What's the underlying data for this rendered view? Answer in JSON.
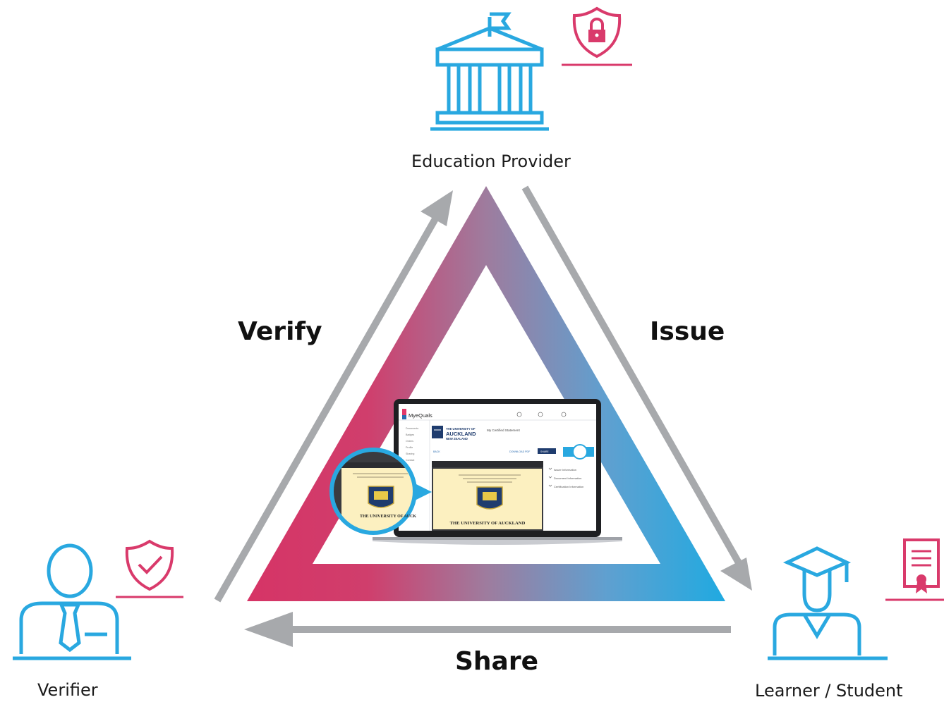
{
  "nodes": {
    "education_provider": "Education Provider",
    "verifier": "Verifier",
    "learner": "Learner / Student"
  },
  "flows": {
    "verify": "Verify",
    "issue": "Issue",
    "share": "Share"
  },
  "laptop_screen": {
    "app_name": "MyeQuals",
    "nav_items": [
      "Documents",
      "Badges",
      "Orders",
      "Profile",
      "Sharing",
      "Contact"
    ],
    "document_title": "My Certified Statement",
    "university_lines": [
      "THE UNIVERSITY OF",
      "AUCKLAND",
      "NEW ZEALAND"
    ],
    "back_label": "BACK",
    "download_label": "DOWNLOAD PDF",
    "share_label": "SHARE",
    "info_items": [
      "Issuer Information",
      "Document Information",
      "Certification Information"
    ],
    "certificate_title": "THE UNIVERSITY OF AUCKLAND",
    "zoom_certificate_title": "THE UNIVERSITY OF AUCK"
  },
  "colors": {
    "icon_blue": "#29A8E0",
    "accent_pink": "#D93A6B",
    "arrow_gray": "#A7A9AC",
    "gradient_start": "#D63466",
    "gradient_mid": "#8E85AE",
    "gradient_end": "#1FAAE1"
  },
  "icons": {
    "education_provider": "institution-building-icon",
    "verifier": "person-with-tie-icon",
    "learner": "graduate-student-icon",
    "lock_shield": "shield-lock-icon",
    "check_shield": "shield-check-icon",
    "certificate": "certificate-document-icon"
  }
}
